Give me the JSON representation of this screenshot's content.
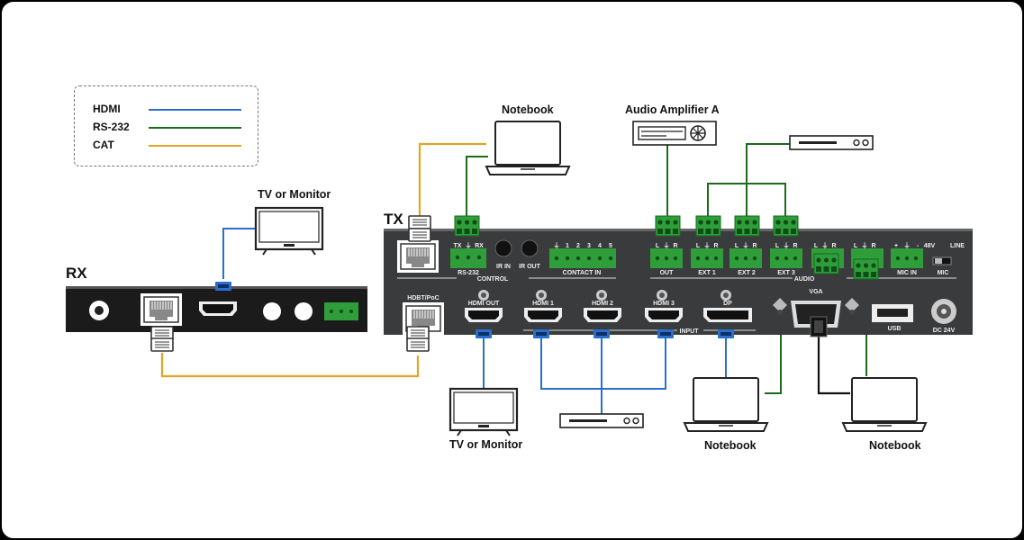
{
  "legend": {
    "items": [
      {
        "label": "HDMI",
        "color": "#2a6fcb"
      },
      {
        "label": "RS-232",
        "color": "#1c6b1c"
      },
      {
        "label": "CAT",
        "color": "#e0a526"
      }
    ]
  },
  "devices": {
    "rx_label": "RX",
    "tx_label": "TX",
    "notebook_top": "Notebook",
    "audio_amp": "Audio Amplifier A",
    "tv_rx": "TV or Monitor",
    "tv_bottom": "TV or Monitor",
    "notebook_bottom_1": "Notebook",
    "notebook_bottom_2": "Notebook"
  },
  "tx_panel": {
    "rs232_pins": [
      "TX",
      "⏚",
      "RX"
    ],
    "rs232": "RS-232",
    "ir_in": "IR IN",
    "ir_out": "IR OUT",
    "contact_in_pins": [
      "⏚",
      "1",
      "2",
      "3",
      "4",
      "5"
    ],
    "contact_in": "CONTACT IN",
    "control": "CONTROL",
    "hdbt_poc": "HDBT/PoC",
    "hdmi_out": "HDMI OUT",
    "hdmi1": "HDMI 1",
    "hdmi2": "HDMI 2",
    "hdmi3": "HDMI 3",
    "dp": "DP",
    "input": "INPUT",
    "audio_pins": [
      "L",
      "⏚",
      "R"
    ],
    "out": "OUT",
    "ext1": "EXT 1",
    "ext2": "EXT 2",
    "ext3": "EXT 3",
    "audio": "AUDIO",
    "vga": "VGA",
    "mic_pins": [
      "+",
      "⏚",
      "-"
    ],
    "mic_in": "MIC IN",
    "v48": "48V",
    "line": "LINE",
    "mic": "MIC",
    "usb": "USB",
    "dc24v": "DC 24V"
  }
}
